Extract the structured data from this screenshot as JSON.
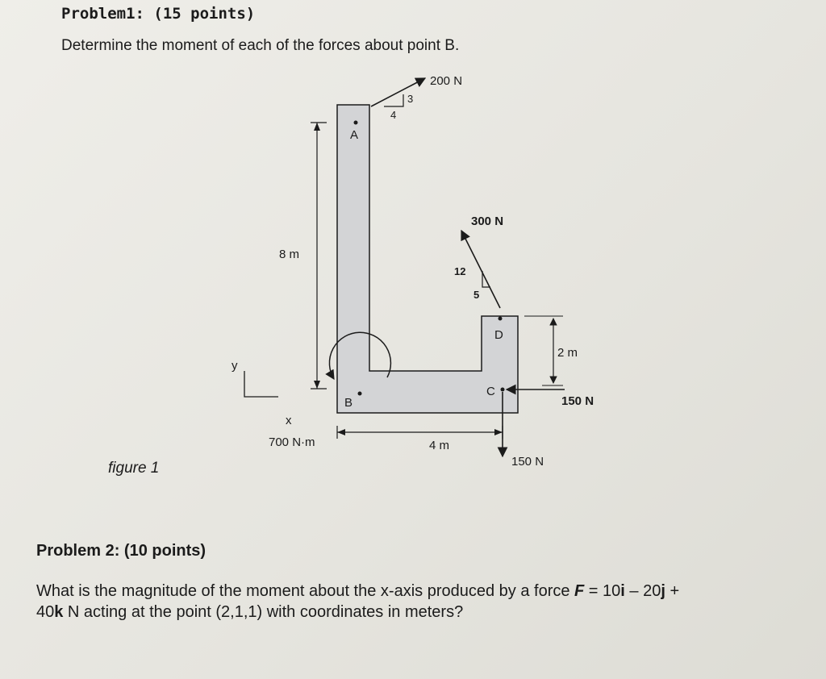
{
  "problem1": {
    "title": "Problem1: (15 points)",
    "text": "Determine the moment of each of the forces about point B."
  },
  "figure": {
    "caption": "figure 1",
    "labels": {
      "force_top": "200 N",
      "slope_3": "3",
      "slope_4": "4",
      "point_a": "A",
      "length_8m": "8 m",
      "force_300": "300 N",
      "slope_12": "12",
      "slope_5": "5",
      "point_d": "D",
      "length_2m": "2 m",
      "point_c": "C",
      "force_150_h": "150 N",
      "point_b": "B",
      "axis_y": "y",
      "axis_x": "x",
      "couple": "700 N·m",
      "length_4m": "4 m",
      "force_150_v": "150 N"
    }
  },
  "problem2": {
    "title": "Problem 2: (10 points)",
    "line1_prefix": "What is the magnitude of the moment about the x-axis produced by a force ",
    "force_symbol": "F",
    "line1_eq": " = 10",
    "i": "i",
    "line1_mid": " – 20",
    "j": "j",
    "line1_end": " +",
    "line2_prefix": "40",
    "k": "k",
    "line2_end": " N acting at the point (2,1,1) with coordinates in meters?"
  },
  "colors": {
    "member_fill": "#d3d4d6",
    "ink": "#1b1b1b"
  }
}
